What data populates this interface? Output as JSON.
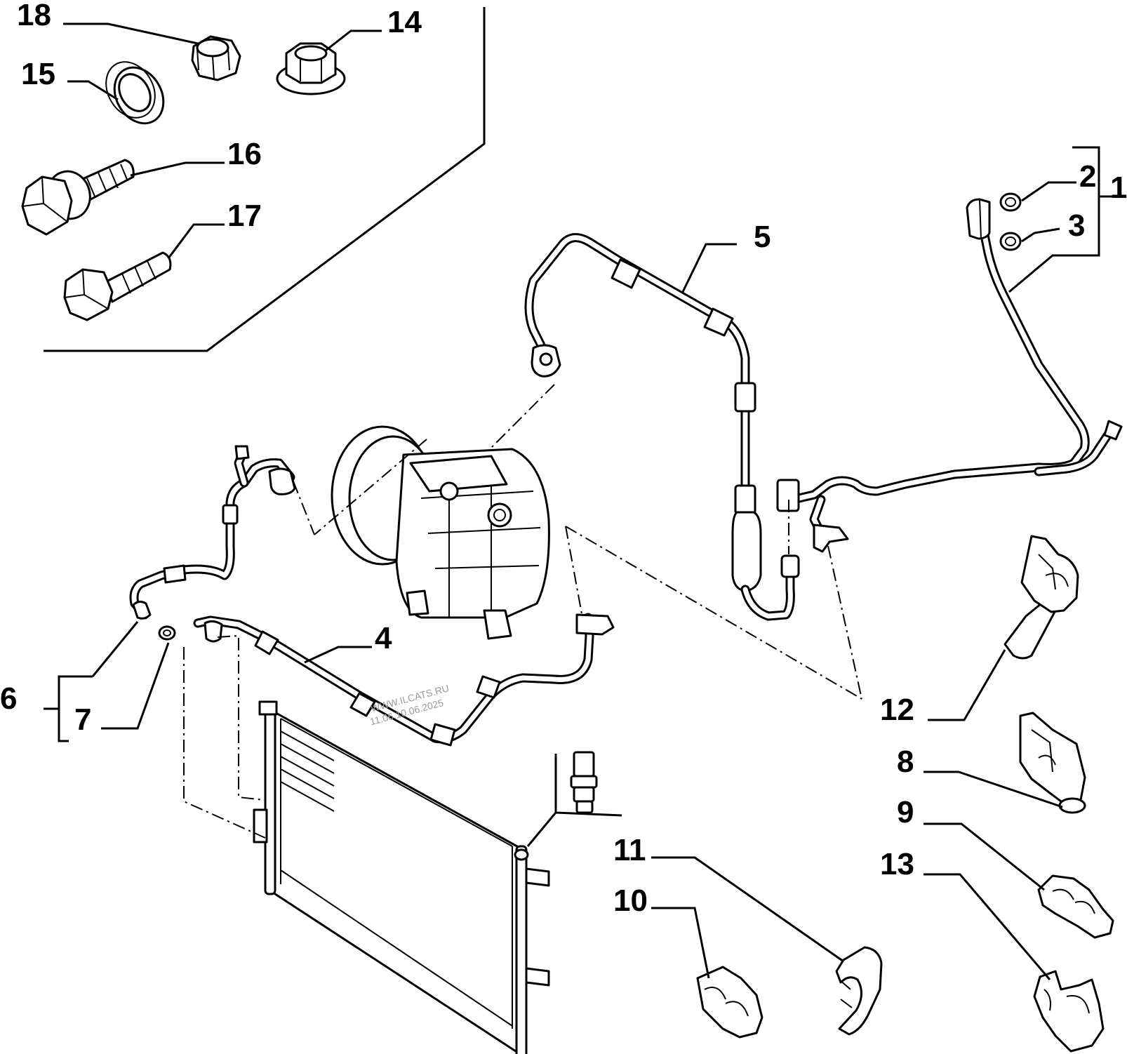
{
  "diagram": {
    "callouts": [
      "1",
      "2",
      "3",
      "4",
      "5",
      "6",
      "7",
      "8",
      "9",
      "10",
      "11",
      "12",
      "13",
      "14",
      "15",
      "16",
      "17",
      "18"
    ],
    "watermark": [
      "WWW.ILCATS.RU",
      "11.06.10.06.2025"
    ]
  }
}
